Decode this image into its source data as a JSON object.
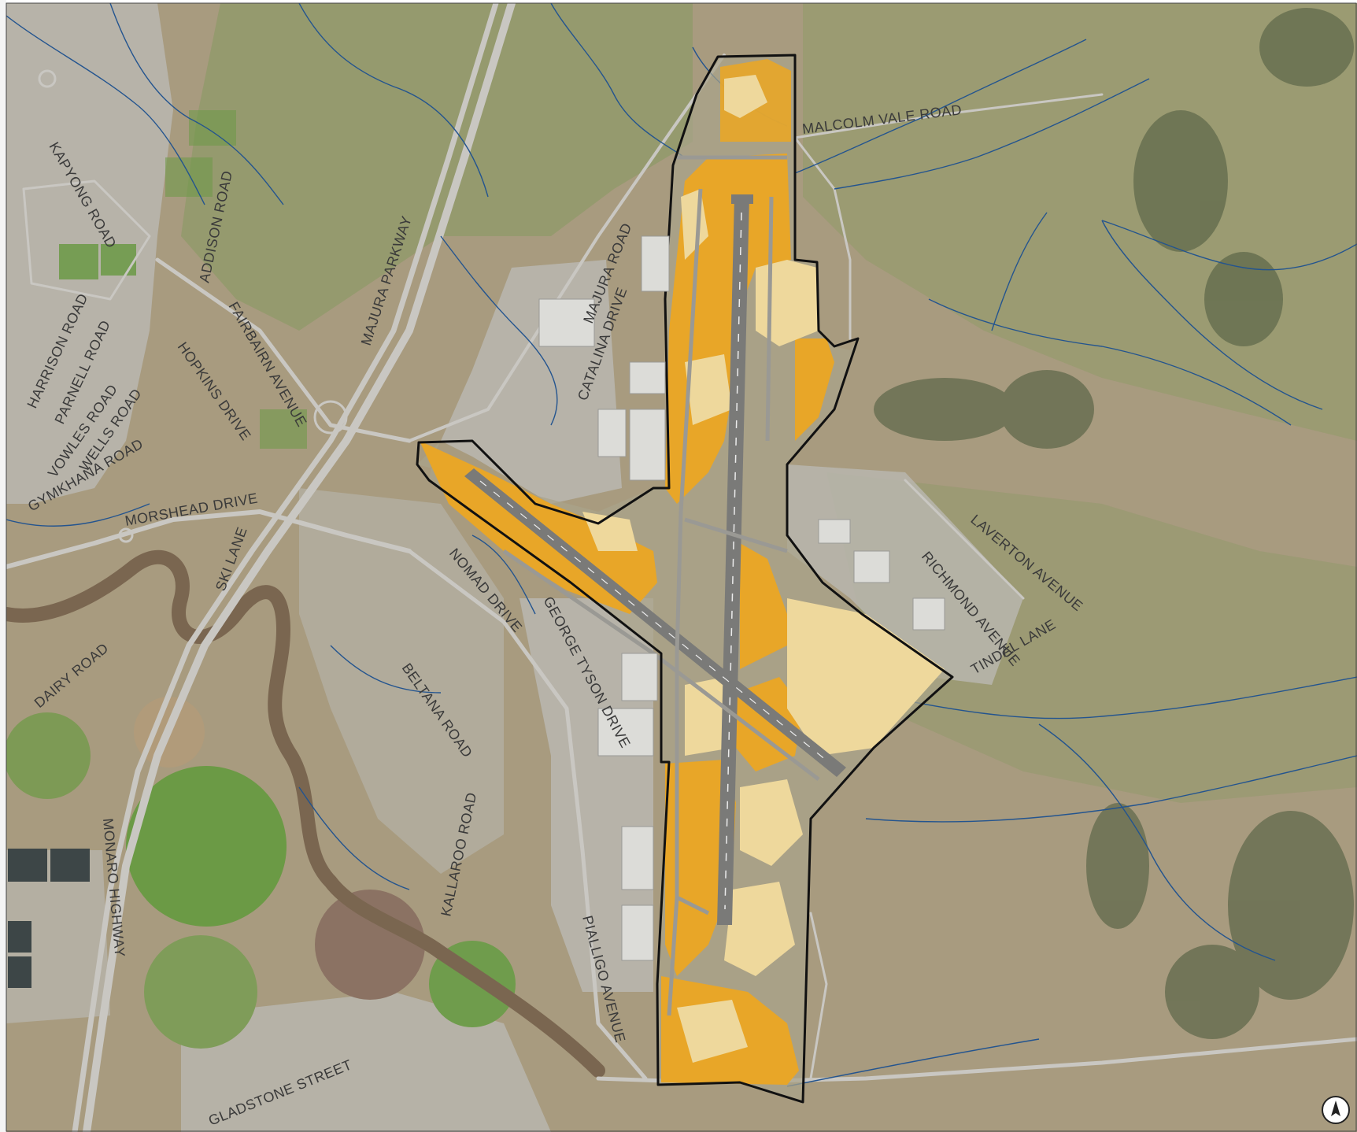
{
  "map": {
    "colors": {
      "background": "#a89b7f",
      "grass": "#8f9a68",
      "field_green": "#6f9a4a",
      "developed": "#b8b6ae",
      "water": "#23548f",
      "road": "#c9c7c2",
      "runway": "#7a7a78",
      "boundary": "#111111",
      "habitat_orange": "#e8a628",
      "habitat_light": "#eed89c"
    },
    "roads": [
      {
        "key": "malcolm_vale",
        "label": "MALCOLM VALE ROAD"
      },
      {
        "key": "kapyong",
        "label": "KAPYONG ROAD"
      },
      {
        "key": "addison",
        "label": "ADDISON ROAD"
      },
      {
        "key": "majura_parkway",
        "label": "MAJURA PARKWAY"
      },
      {
        "key": "majura_road",
        "label": "MAJURA ROAD"
      },
      {
        "key": "fairbairn",
        "label": "FAIRBAIRN AVENUE"
      },
      {
        "key": "hopkins",
        "label": "HOPKINS DRIVE"
      },
      {
        "key": "harrison",
        "label": "HARRISON ROAD"
      },
      {
        "key": "parnell",
        "label": "PARNELL ROAD"
      },
      {
        "key": "vowles",
        "label": "VOWLES ROAD"
      },
      {
        "key": "wells",
        "label": "WELLS ROAD"
      },
      {
        "key": "gymkhana",
        "label": "GYMKHANA ROAD"
      },
      {
        "key": "morshead",
        "label": "MORSHEAD DRIVE"
      },
      {
        "key": "catalina",
        "label": "CATALINA DRIVE"
      },
      {
        "key": "ski_lane",
        "label": "SKI LANE"
      },
      {
        "key": "nomad",
        "label": "NOMAD DRIVE"
      },
      {
        "key": "george_tyson",
        "label": "GEORGE TYSON DRIVE"
      },
      {
        "key": "beltana",
        "label": "BELTANA ROAD"
      },
      {
        "key": "dairy",
        "label": "DAIRY ROAD"
      },
      {
        "key": "kallaroo",
        "label": "KALLAROO ROAD"
      },
      {
        "key": "monaro",
        "label": "MONARO HIGHWAY"
      },
      {
        "key": "pialligo",
        "label": "PIALLIGO AVENUE"
      },
      {
        "key": "gladstone",
        "label": "GLADSTONE STREET"
      },
      {
        "key": "laverton",
        "label": "LAVERTON AVENUE"
      },
      {
        "key": "richmond",
        "label": "RICHMOND AVENUE"
      },
      {
        "key": "tindal",
        "label": "TINDAL LANE"
      }
    ],
    "compass": {
      "letter": "N"
    }
  }
}
